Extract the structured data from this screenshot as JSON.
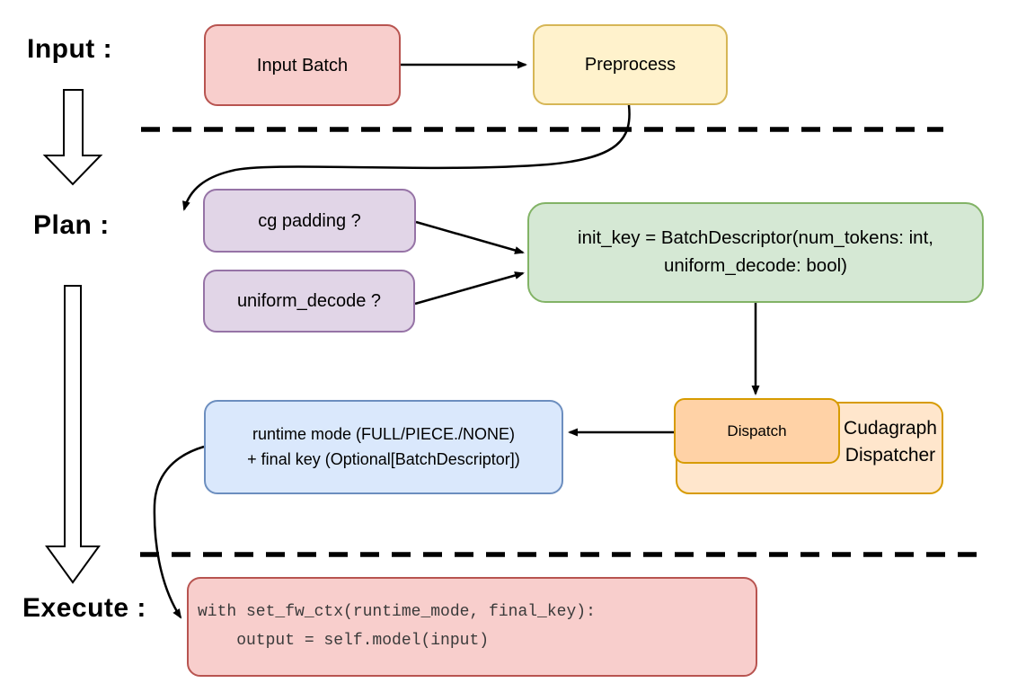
{
  "phases": {
    "input_label": "Input :",
    "plan_label": "Plan :",
    "execute_label": "Execute :"
  },
  "nodes": {
    "input_batch": {
      "label": "Input Batch"
    },
    "preprocess": {
      "label": "Preprocess"
    },
    "cg_padding": {
      "label": "cg padding ?"
    },
    "uniform_decode": {
      "label": "uniform_decode ?"
    },
    "init_key": {
      "line1": "init_key = BatchDescriptor(num_tokens: int,",
      "line2": "uniform_decode: bool)"
    },
    "runtime_mode": {
      "line1": "runtime mode (FULL/PIECE./NONE)",
      "line2": "+ final key (Optional[BatchDescriptor])"
    },
    "dispatch": {
      "label": "Dispatch"
    },
    "cudagraph_dispatcher": {
      "line1": "Cudagraph",
      "line2": "Dispatcher"
    },
    "execute_code": {
      "line1": "with set_fw_ctx(runtime_mode, final_key):",
      "line2": "    output = self.model(input)"
    }
  },
  "colors": {
    "red": {
      "fill": "#f8cecc",
      "stroke": "#b85450"
    },
    "yellow": {
      "fill": "#fff2cc",
      "stroke": "#d6b656"
    },
    "purple": {
      "fill": "#e1d5e7",
      "stroke": "#9673a6"
    },
    "green": {
      "fill": "#d5e8d4",
      "stroke": "#82b366"
    },
    "blue": {
      "fill": "#dae8fc",
      "stroke": "#6c8ebf"
    },
    "orangeLight": {
      "fill": "#ffe6cc",
      "stroke": "#d79b00"
    },
    "orangeMid": {
      "fill": "#ffd2a6",
      "stroke": "#d79b00"
    },
    "line": {
      "fill": "#000000",
      "stroke": "#000000"
    }
  }
}
